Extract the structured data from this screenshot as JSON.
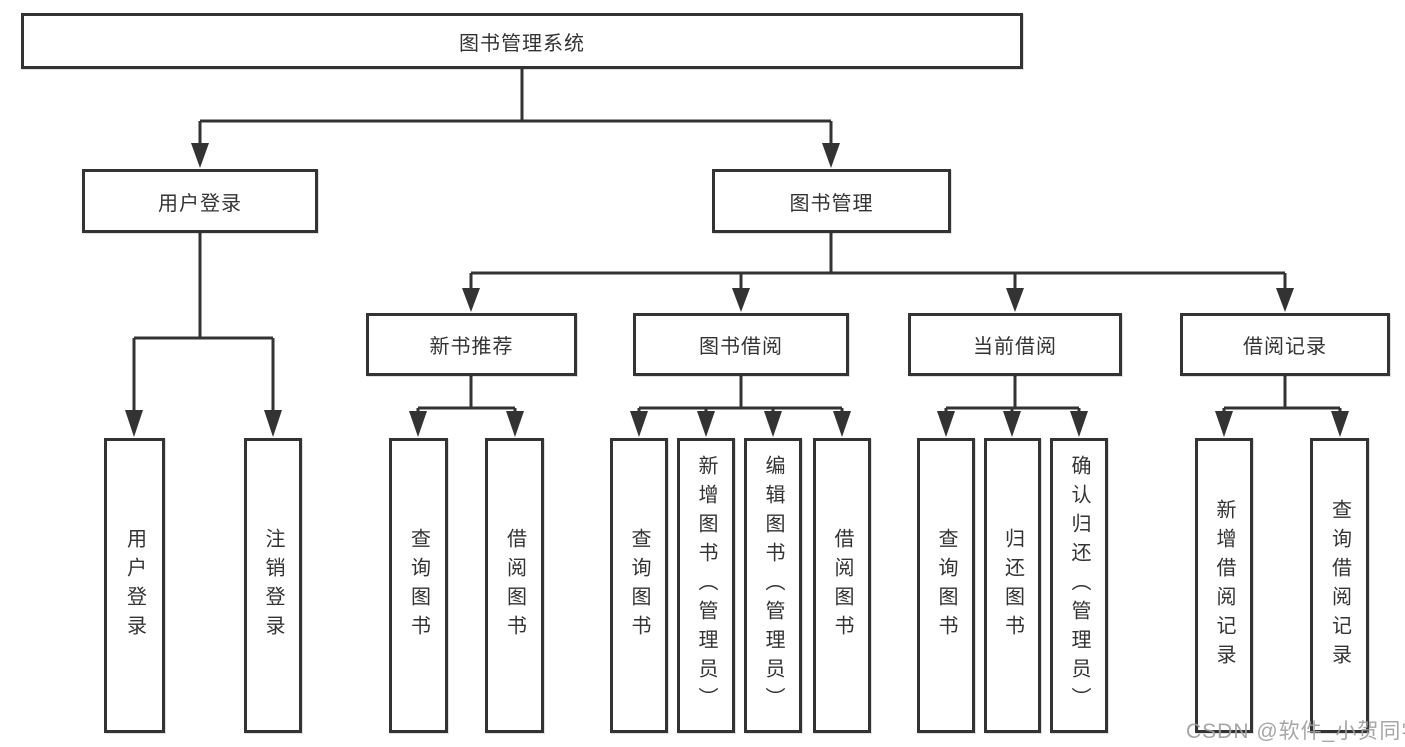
{
  "watermark": "CSDN @软件_小贺同学",
  "tree": {
    "root": "图书管理系统",
    "level2": [
      {
        "label": "用户登录",
        "leaves": [
          "用户登录",
          "注销登录"
        ]
      },
      {
        "label": "图书管理",
        "children": [
          {
            "label": "新书推荐",
            "leaves": [
              "查询图书",
              "借阅图书"
            ]
          },
          {
            "label": "图书借阅",
            "leaves": [
              "查询图书",
              "新增图书（管理员）",
              "编辑图书（管理员）",
              "借阅图书"
            ]
          },
          {
            "label": "当前借阅",
            "leaves": [
              "查询图书",
              "归还图书",
              "确认归还（管理员）"
            ]
          },
          {
            "label": "借阅记录",
            "leaves": [
              "新增借阅记录",
              "查询借阅记录"
            ]
          }
        ]
      }
    ]
  },
  "colors": {
    "line": "#333333",
    "box_border": "#333333",
    "text": "#333333",
    "watermark": "#9e9e9e"
  }
}
